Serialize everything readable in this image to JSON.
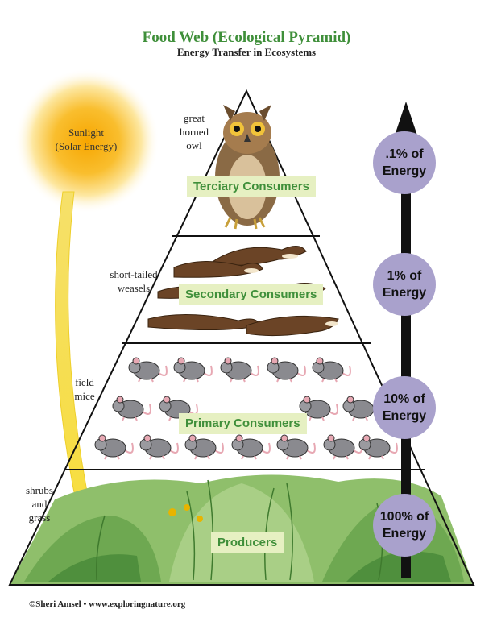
{
  "title": "Food Web (Ecological Pyramid)",
  "subtitle": "Energy Transfer in Ecosystems",
  "sun": {
    "line1": "Sunlight",
    "line2": "(Solar Energy)"
  },
  "levels": [
    {
      "label": "Terciary Consumers",
      "organism": [
        "great",
        "horned",
        "owl"
      ],
      "energy": [
        ".1% of",
        "Energy"
      ]
    },
    {
      "label": "Secondary Consumers",
      "organism": [
        "short-tailed",
        "weasels"
      ],
      "energy": [
        "1% of",
        "Energy"
      ]
    },
    {
      "label": "Primary Consumers",
      "organism": [
        "field",
        "mice"
      ],
      "energy": [
        "10% of",
        "Energy"
      ]
    },
    {
      "label": "Producers",
      "organism": [
        "shrubs",
        "and",
        "grass"
      ],
      "energy": [
        "100% of",
        "Energy"
      ]
    }
  ],
  "credit": "©Sheri Amsel • www.exploringnature.org",
  "colors": {
    "title": "#3f8f3a",
    "label_bg": "#e6f0c2",
    "energy_circle": "#a9a1cc",
    "sun": "#f6b21a",
    "arrow": "#111111"
  },
  "icons": [
    "sun-icon",
    "owl-icon",
    "weasel-icon",
    "mouse-icon",
    "plant-icon",
    "up-arrow-icon"
  ]
}
